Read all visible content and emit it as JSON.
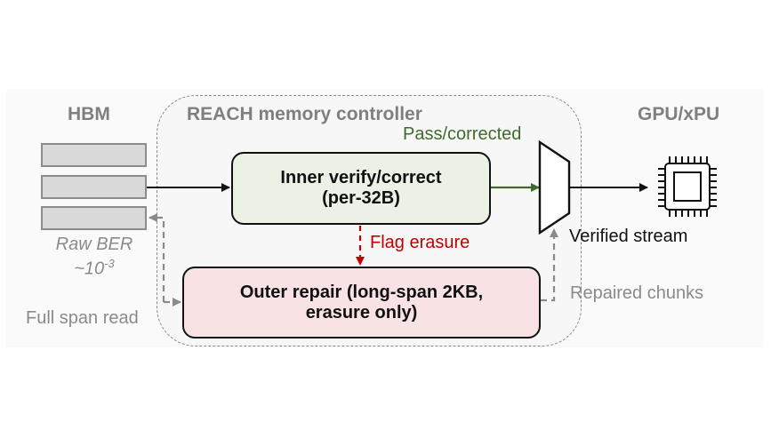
{
  "colors": {
    "inner_fill": "#ebf1e4",
    "outer_fill": "#f8e2e3",
    "pass_green": "#3e6b2a",
    "flag_red": "#c00000",
    "gray_text": "#7f7f7f",
    "hbm_fill": "#d9d9d9"
  },
  "headers": {
    "hbm": "HBM",
    "controller": "REACH memory controller",
    "gpu": "GPU/xPU"
  },
  "hbm": {
    "cells": 3,
    "ber_label": "Raw BER",
    "ber_value_prefix": "~10",
    "ber_value_exp": "-3"
  },
  "blocks": {
    "inner": {
      "line1": "Inner verify/correct",
      "line2": "(per-32B)"
    },
    "outer": {
      "line1": "Outer repair (long-span 2KB,",
      "line2": "erasure only)"
    }
  },
  "edges": {
    "pass": "Pass/corrected",
    "flag": "Flag erasure",
    "verified": "Verified stream",
    "repaired": "Repaired chunks",
    "full_span": "Full span read"
  },
  "icons": {
    "gpu": "cpu-chip-icon",
    "mux": "multiplexer-shape"
  }
}
